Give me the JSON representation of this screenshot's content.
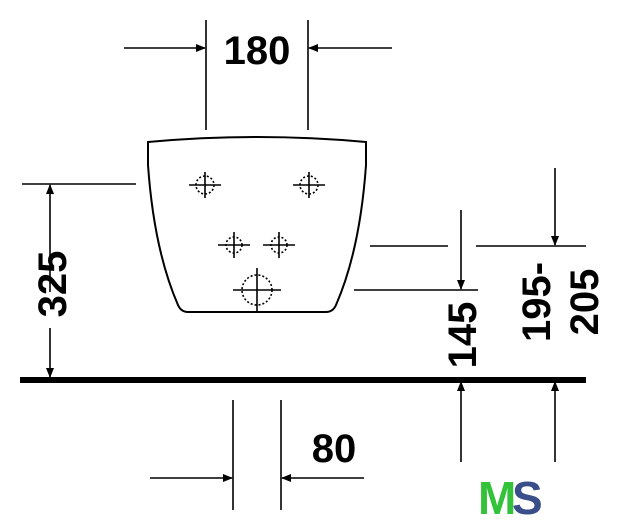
{
  "dimensions": {
    "width_top": "180",
    "height_left": "325",
    "height_145": "145",
    "range_line1": "195-",
    "range_line2": "205",
    "spacing_bottom": "80"
  },
  "logo": {
    "letters": "MS",
    "colors": [
      "#34c23a",
      "#3a4f8a"
    ]
  }
}
